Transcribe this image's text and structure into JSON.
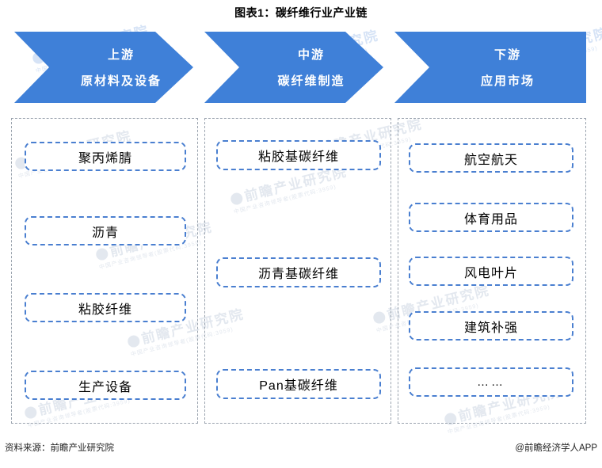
{
  "title": "图表1：碳纤维行业产业链",
  "colors": {
    "arrow_blue": "#3f80d8",
    "node_border": "#4a7fd0",
    "container_border": "#9aa3ae",
    "text": "#000000"
  },
  "chain": {
    "stages": [
      {
        "stage_label": "上游",
        "sub_label": "原材料及设备"
      },
      {
        "stage_label": "中游",
        "sub_label": "碳纤维制造"
      },
      {
        "stage_label": "下游",
        "sub_label": "应用市场"
      }
    ],
    "columns": [
      {
        "name": "upstream",
        "items": [
          "聚丙烯腈",
          "沥青",
          "粘胶纤维",
          "生产设备"
        ]
      },
      {
        "name": "midstream",
        "items": [
          "粘胶基碳纤维",
          "沥青基碳纤维",
          "Pan基碳纤维"
        ]
      },
      {
        "name": "downstream",
        "items": [
          "航空航天",
          "体育用品",
          "风电叶片",
          "建筑补强",
          "……"
        ]
      }
    ]
  },
  "footer": {
    "source": "资料来源：前瞻产业研究院",
    "brand": "@前瞻经济学人APP"
  },
  "watermark": {
    "main": "前瞻产业研究院",
    "sub": "中国产业咨询领导者(股票代码:3959)"
  }
}
